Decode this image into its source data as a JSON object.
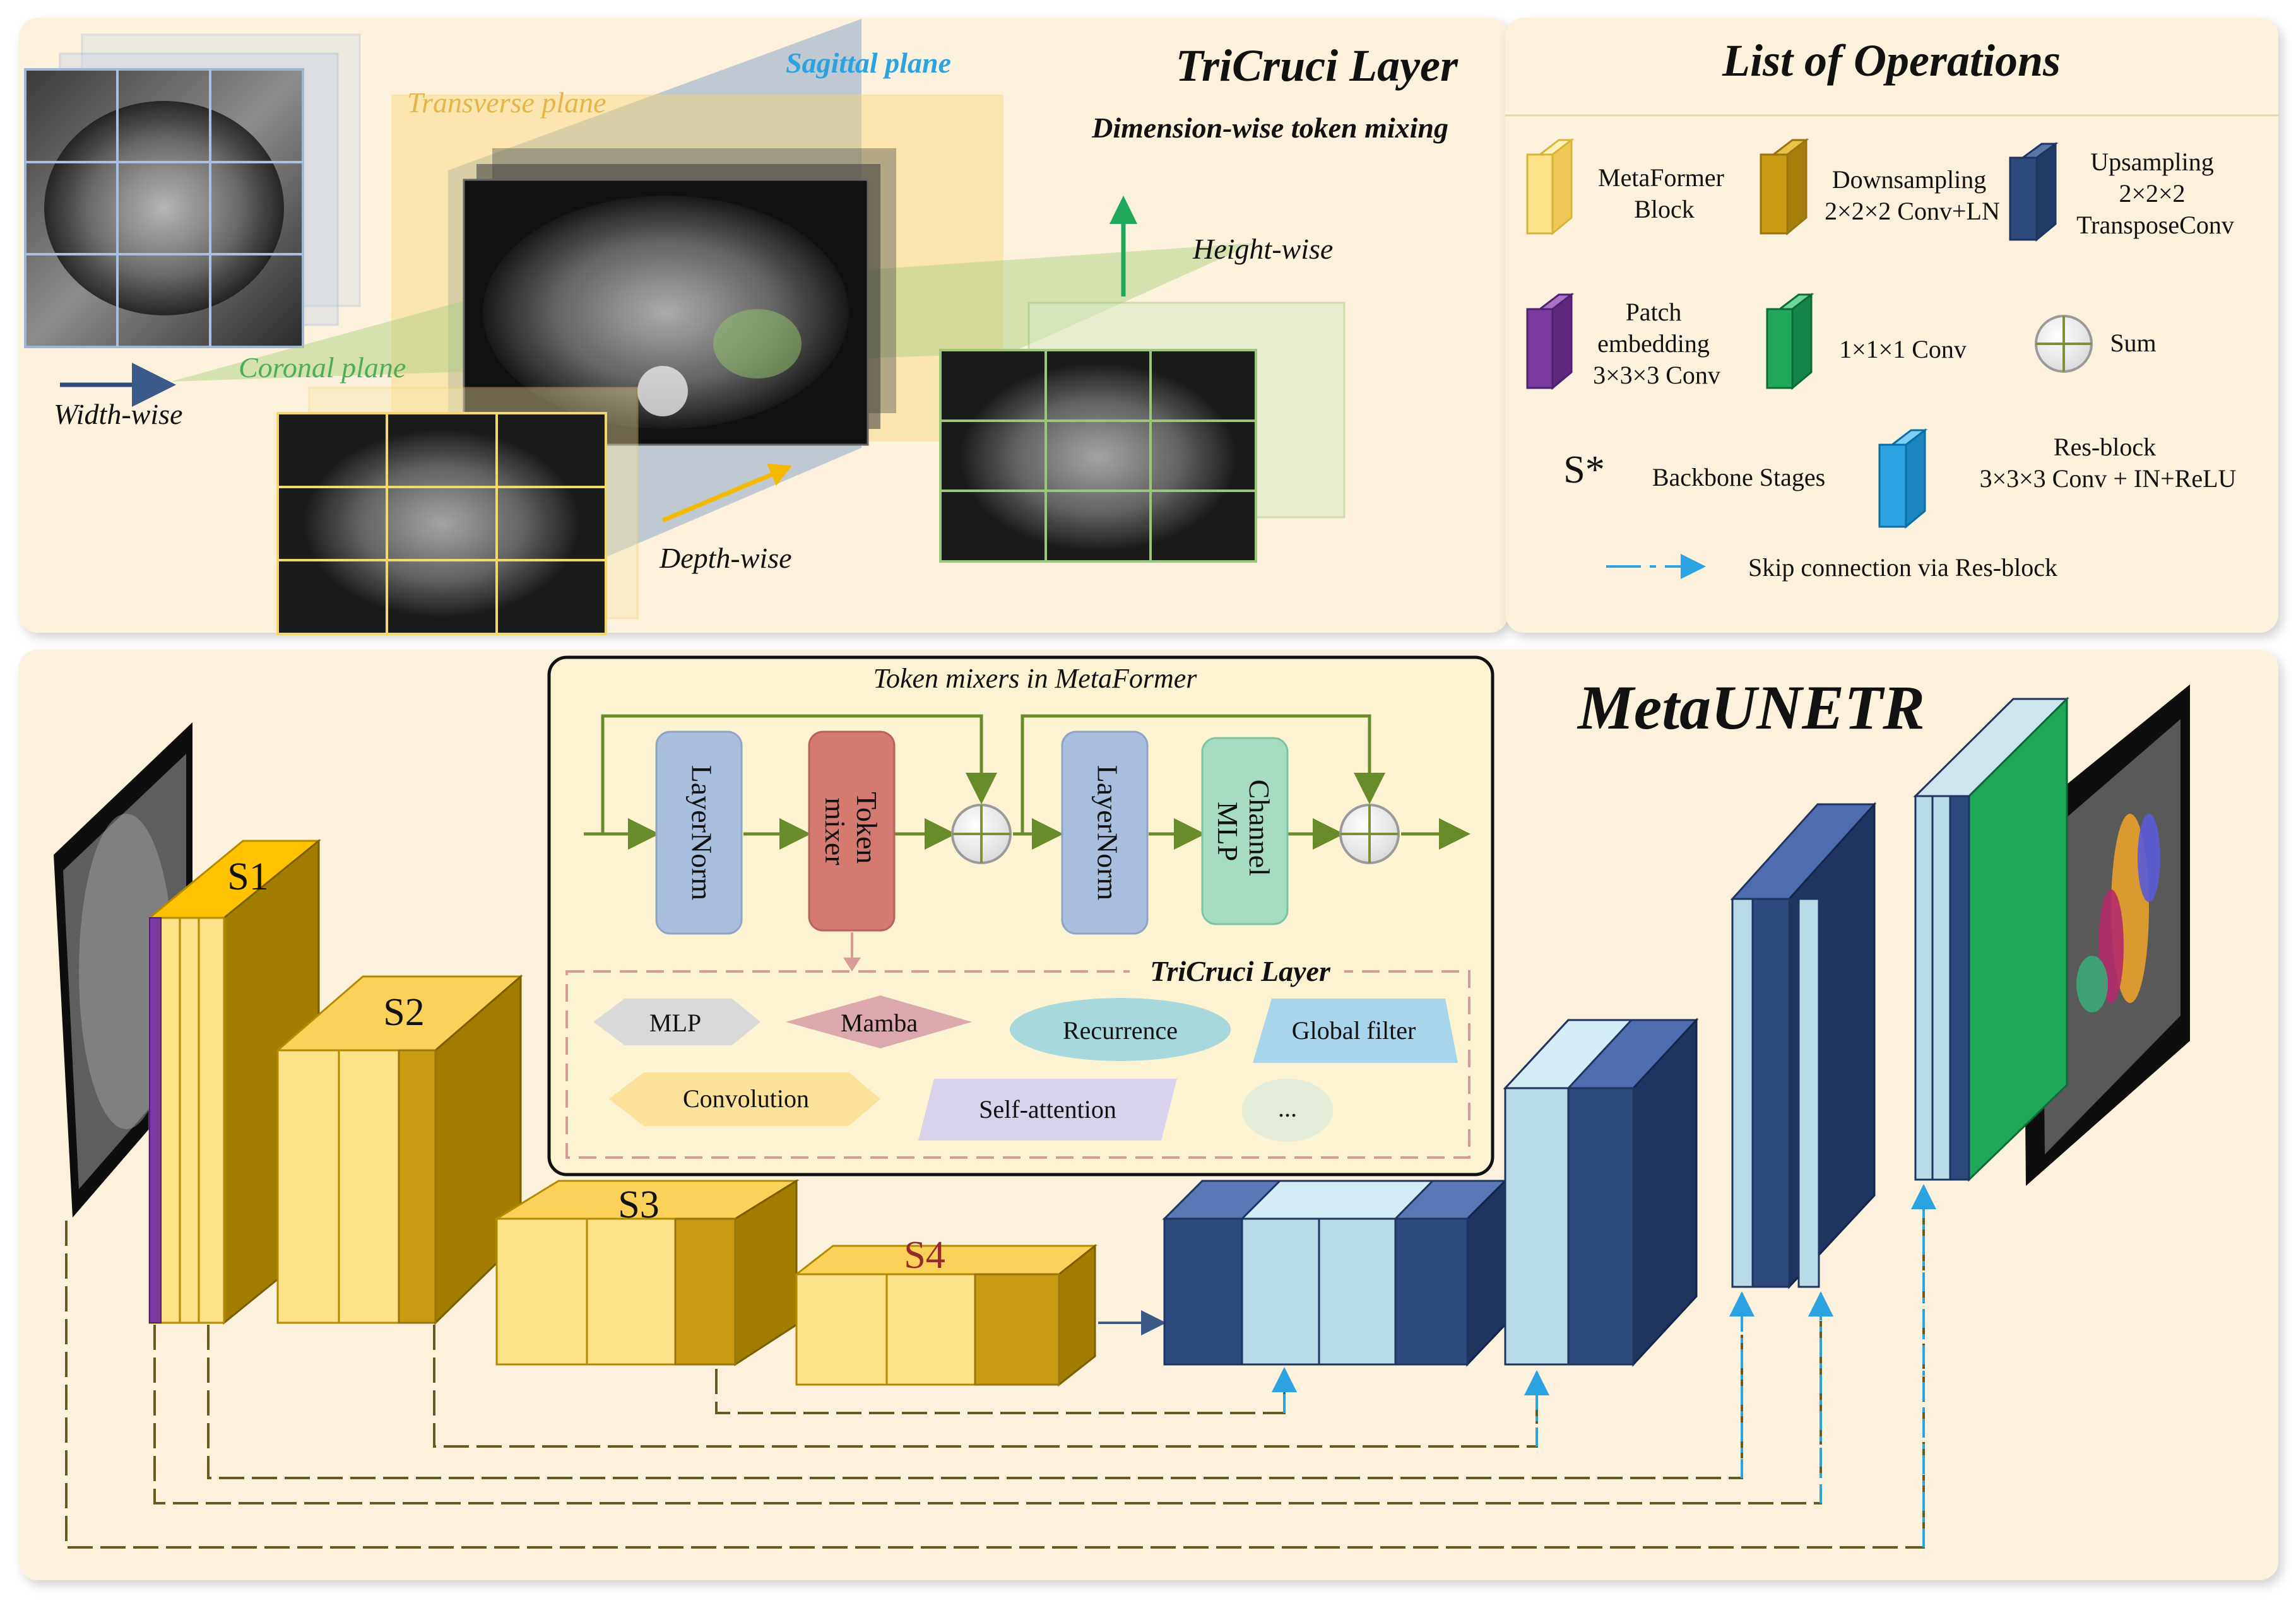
{
  "top_panel": {
    "title": "TriCruci Layer",
    "subtitle": "Dimension-wise token mixing",
    "sagittal_label": "Sagittal plane",
    "transverse_label": "Transverse plane",
    "coronal_label": "Coronal plane",
    "width_label": "Width-wise",
    "depth_label": "Depth-wise",
    "height_label": "Height-wise"
  },
  "legend": {
    "title": "List  of  Operations",
    "items": {
      "metaformer": [
        "MetaFormer",
        "Block"
      ],
      "downsampling": [
        "Downsampling",
        "2×2×2 Conv+LN"
      ],
      "upsampling": [
        "Upsampling",
        "2×2×2",
        "TransposeConv"
      ],
      "patch": [
        "Patch",
        "embedding",
        "3×3×3 Conv"
      ],
      "conv1": [
        "1×1×1 Conv"
      ],
      "sum": [
        "Sum"
      ],
      "stages_symbol": "S*",
      "stages": [
        "Backbone Stages"
      ],
      "resblock": [
        "Res-block",
        "3×3×3 Conv + IN+ReLU"
      ],
      "skip": [
        "Skip connection via Res-block"
      ]
    },
    "colors": {
      "metaformer": "#fde28a",
      "downsampling": "#c99a10",
      "upsampling": "#2e4a7e",
      "patch": "#7a3aa0",
      "conv1": "#1fa85a",
      "resblock": "#2aa3e0",
      "skip": "#2aa3e0"
    }
  },
  "bottom_panel": {
    "title": "MetaUNETR",
    "stages": [
      "S1",
      "S2",
      "S3",
      "S4"
    ]
  },
  "mixer_box": {
    "title": "Token mixers in MetaFormer",
    "blocks": {
      "layernorm1": "LayerNorm",
      "token_mixer": [
        "Token",
        "mixer"
      ],
      "layernorm2": "LayerNorm",
      "channel_mlp": [
        "Channel",
        "MLP"
      ]
    },
    "tricruci_label": "TriCruci Layer",
    "options": {
      "mlp": "MLP",
      "mamba": "Mamba",
      "recurrence": "Recurrence",
      "global_filter": "Global filter",
      "convolution": "Convolution",
      "self_attention": "Self-attention",
      "ellipsis": "..."
    }
  }
}
